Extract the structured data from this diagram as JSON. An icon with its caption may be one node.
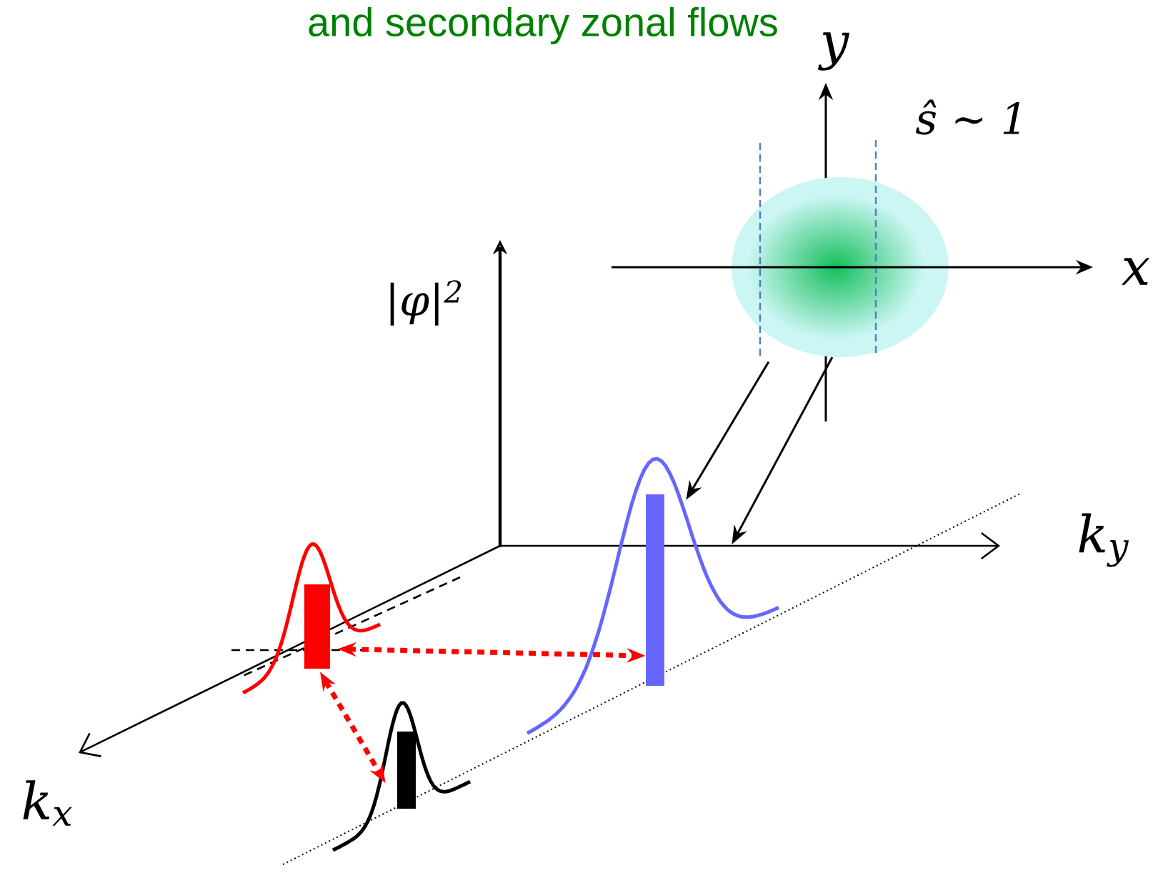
{
  "diagram": {
    "title": "and secondary zonal flows",
    "nodes": [
      {
        "text": [],
        "shape": "circle"
      },
      {
        "text": [],
        "shape": "bar"
      },
      {
        "text": [],
        "shape": "bar"
      },
      {
        "text": [],
        "shape": "bar"
      }
    ],
    "edges": [
      {
        "from": 0,
        "to": 1,
        "arrow": "to"
      },
      {
        "from": 0,
        "to": 1,
        "arrow": "to"
      },
      {
        "from": 2,
        "to": 1,
        "arrow": "both",
        "style": "dashed",
        "color": "#ff0000"
      },
      {
        "from": 2,
        "to": 3,
        "arrow": "both",
        "style": "dashed",
        "color": "#ff0000"
      }
    ],
    "labels": [
      "y",
      "ŝ ∼ 1",
      "x",
      "|φ|$^{2}$",
      "k$_{y}$",
      "k$_{x}$"
    ]
  }
}
